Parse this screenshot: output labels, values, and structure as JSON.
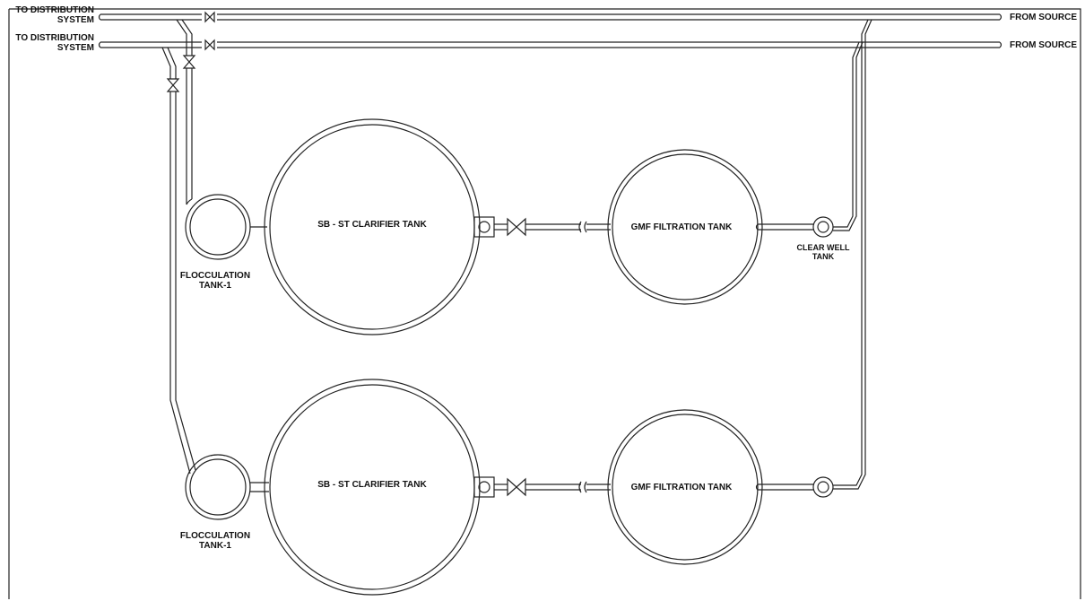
{
  "labels": {
    "to_distribution": "TO DISTRIBUTION",
    "system": "SYSTEM",
    "from_source": "FROM SOURCE",
    "flocculation_tank": "FLOCCULATION",
    "flocculation_tank_num": "TANK-1",
    "clarifier_tank": "SB - ST CLARIFIER TANK",
    "filtration_tank": "GMF FILTRATION TANK",
    "clear_well": "CLEAR WELL",
    "clear_well_tank": "TANK"
  },
  "colors": {
    "line": "#222222",
    "background": "#ffffff"
  }
}
